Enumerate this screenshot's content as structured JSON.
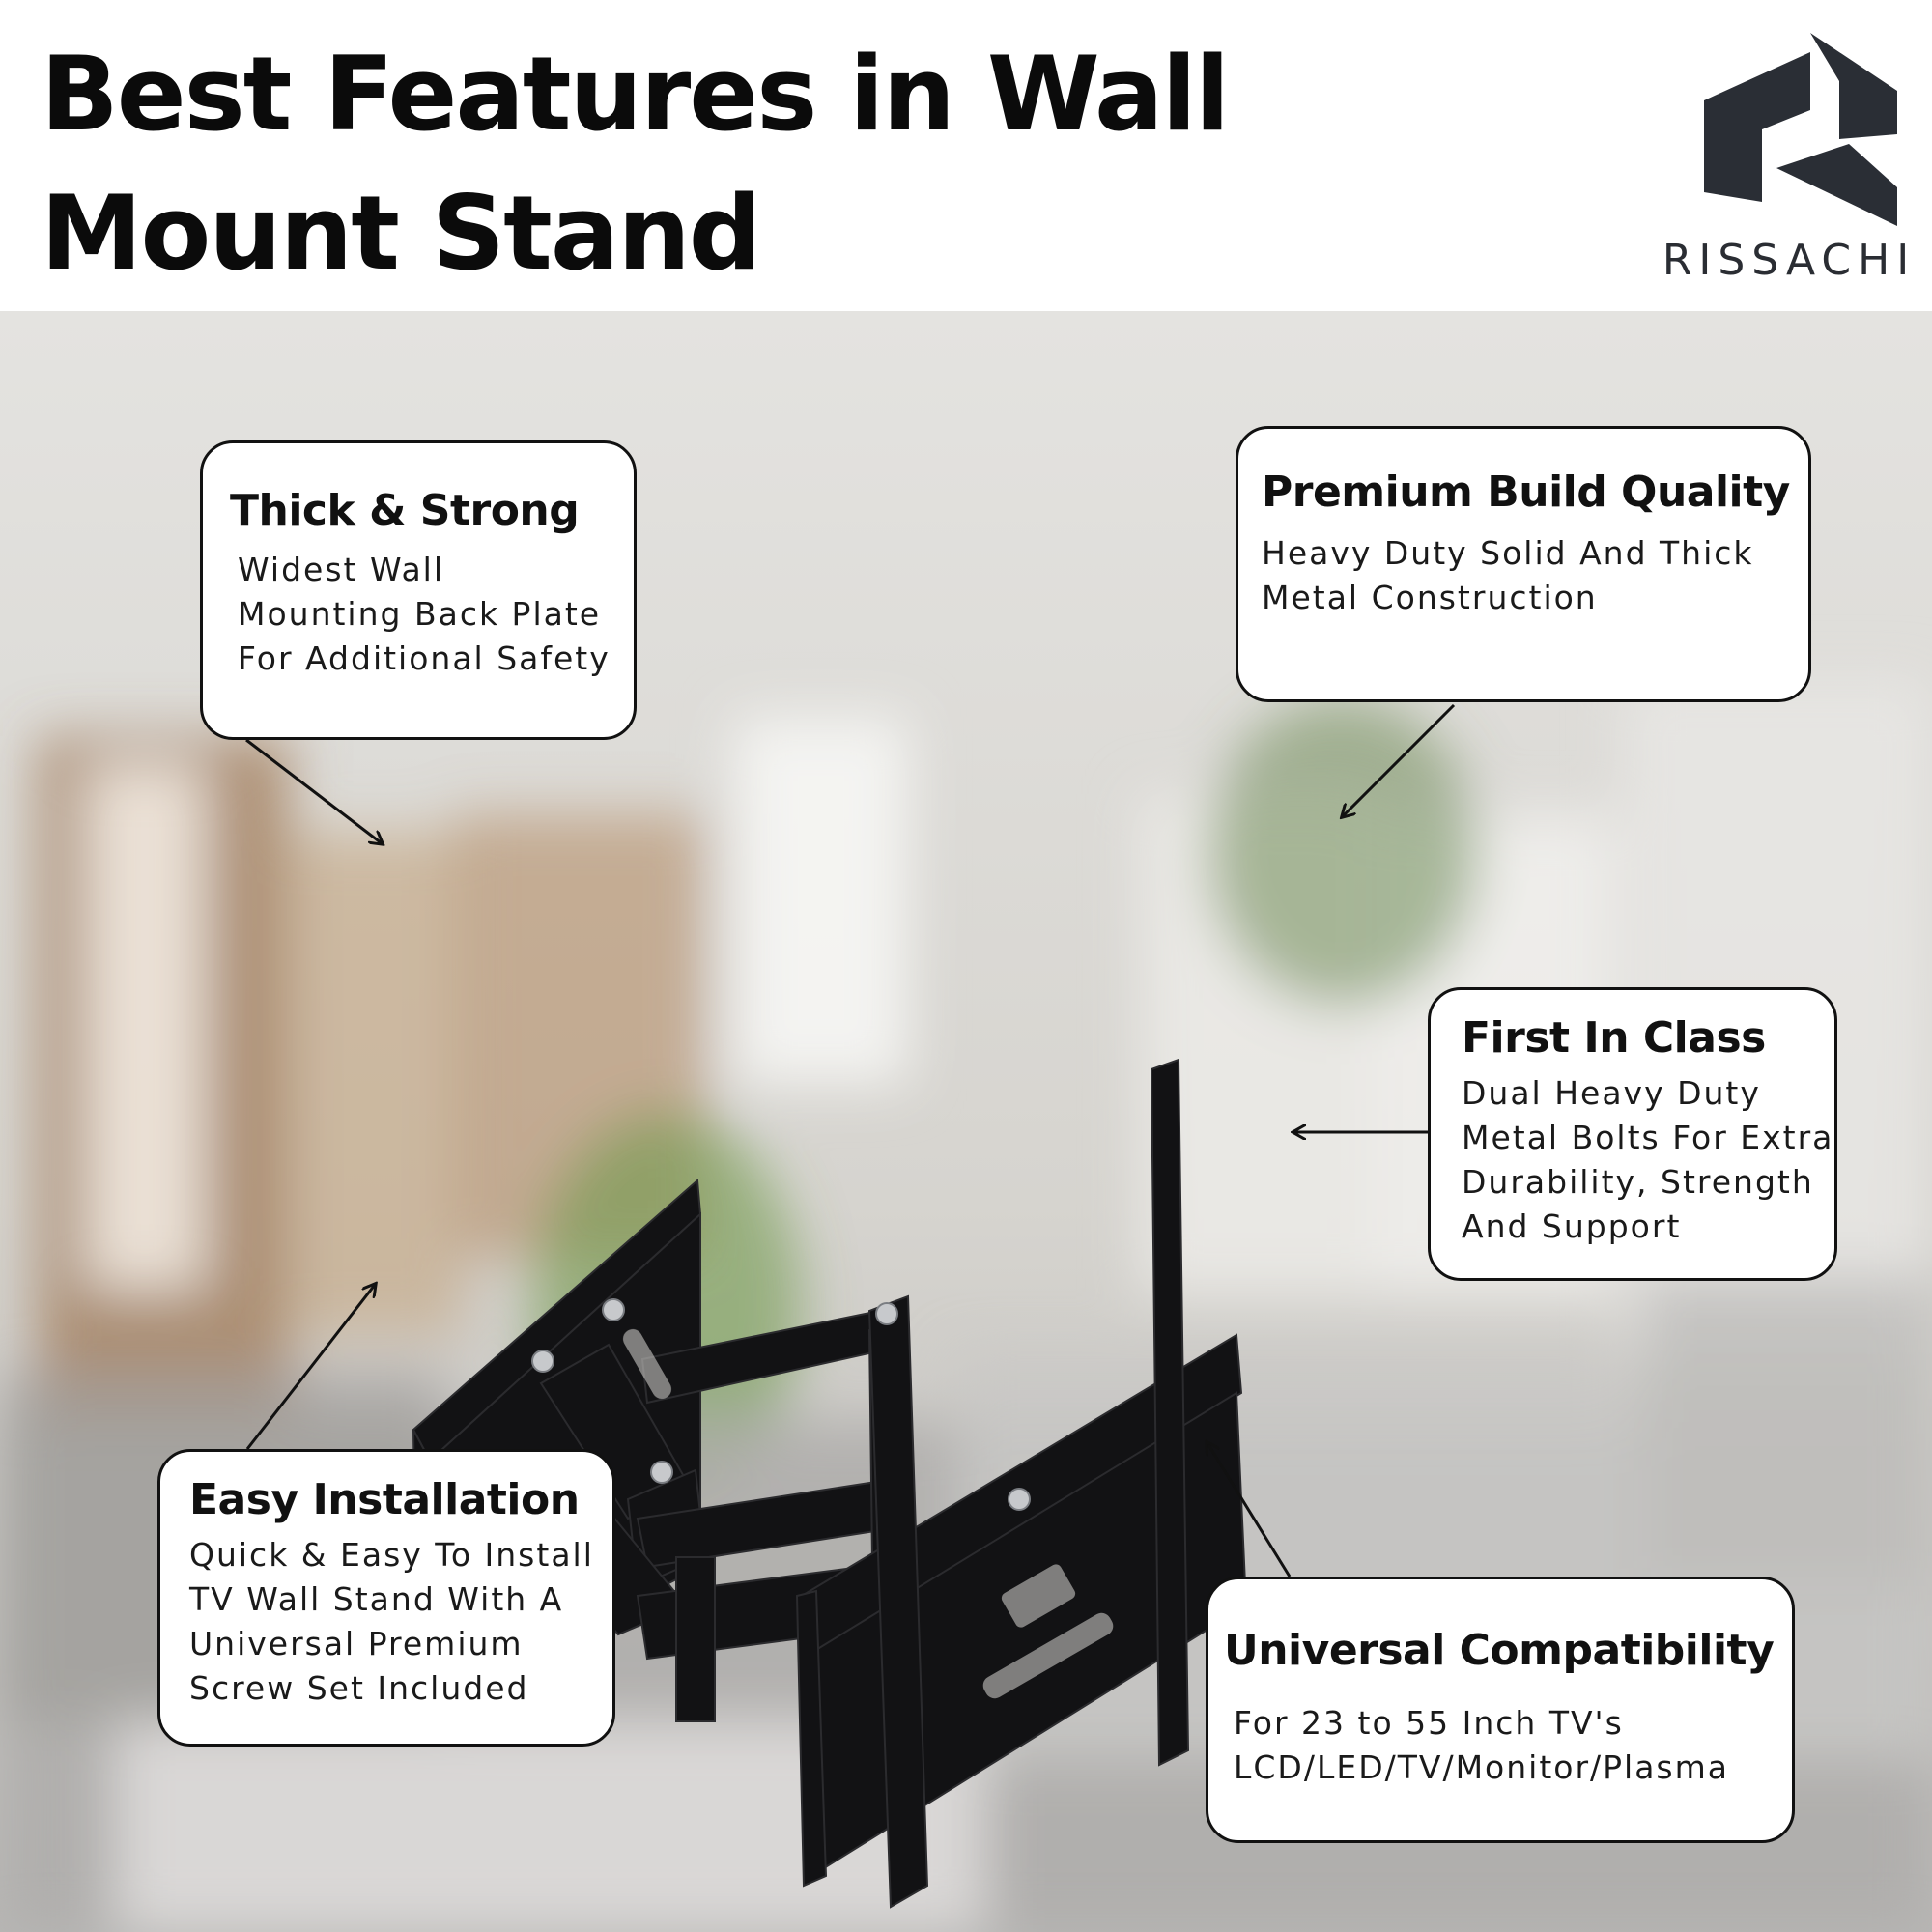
{
  "header": {
    "title": "Best Features in Wall Mount Stand",
    "brand": "RISSACHI"
  },
  "features": [
    {
      "id": "thick-strong",
      "title": "Thick & Strong",
      "lines": [
        "Widest Wall",
        "Mounting Back Plate",
        "For Additional Safety"
      ]
    },
    {
      "id": "premium-build",
      "title": "Premium Build Quality",
      "lines": [
        "Heavy Duty Solid And Thick",
        "Metal Construction"
      ]
    },
    {
      "id": "first-in-class",
      "title": "First In Class",
      "lines": [
        "Dual Heavy Duty",
        "Metal Bolts For Extra",
        "Durability, Strength",
        "And Support"
      ]
    },
    {
      "id": "easy-installation",
      "title": "Easy Installation",
      "lines": [
        "Quick & Easy To Install",
        "TV Wall Stand With A",
        "Universal Premium",
        "Screw Set Included"
      ]
    },
    {
      "id": "universal-compat",
      "title": "Universal Compatibility",
      "lines": [
        "For 23 to 55 Inch  TV's",
        "LCD/LED/TV/Monitor/Plasma"
      ]
    }
  ],
  "colors": {
    "logo": "#2a2e35",
    "product": "#121214",
    "card_border": "#111111",
    "background_light": "#d9d7d3",
    "background_warm": "#b08a63"
  }
}
